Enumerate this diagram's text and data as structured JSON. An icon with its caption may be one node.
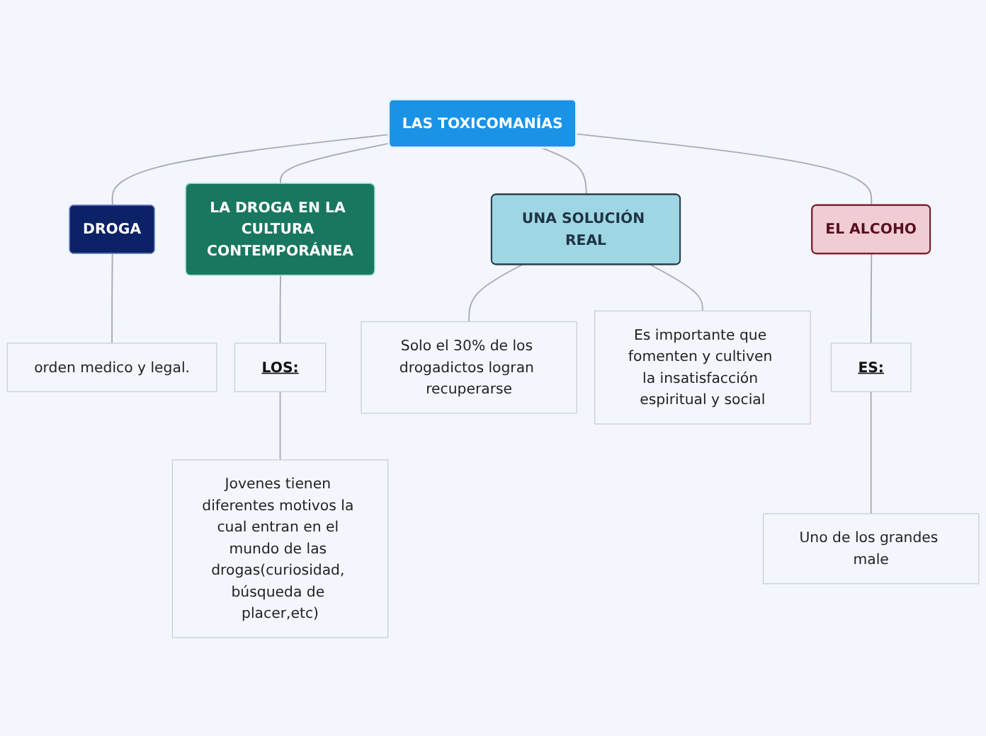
{
  "diagram": {
    "nodes": [
      {
        "text": [
          "LAS TOXICOMANÍAS"
        ]
      },
      {
        "text": [
          "DROGA"
        ]
      },
      {
        "text": [
          "LA DROGA EN LA CULTURA CONTEMPORÁNEA"
        ]
      },
      {
        "text": [
          "UNA SOLUCIÓN REAL"
        ]
      },
      {
        "text": [
          "EL ALCOHO"
        ]
      },
      {
        "text": [
          "orden medico y legal."
        ]
      },
      {
        "text": [
          "LOS:"
        ]
      },
      {
        "text": [
          "Jovenes tienen diferentes motivos la cual entran en el mundo de las drogas(curiosidad, búsqueda de placer,etc)"
        ]
      },
      {
        "text": [
          "Solo el 30% de los drogadictos logran recuperarse"
        ]
      },
      {
        "text": [
          "Es importante que fomenten y cultiven la insatisfacción espiritual y social"
        ]
      },
      {
        "text": [
          "ES:"
        ]
      },
      {
        "text": [
          "Uno de los grandes male"
        ]
      }
    ],
    "edges": [
      {
        "from": 0,
        "to": 1,
        "arrow": "none"
      },
      {
        "from": 0,
        "to": 2,
        "arrow": "none"
      },
      {
        "from": 0,
        "to": 3,
        "arrow": "none"
      },
      {
        "from": 0,
        "to": 4,
        "arrow": "none"
      },
      {
        "from": 1,
        "to": 5,
        "arrow": "none"
      },
      {
        "from": 2,
        "to": 6,
        "arrow": "none"
      },
      {
        "from": 6,
        "to": 7,
        "arrow": "none"
      },
      {
        "from": 3,
        "to": 8,
        "arrow": "none"
      },
      {
        "from": 3,
        "to": 9,
        "arrow": "none"
      },
      {
        "from": 4,
        "to": 10,
        "arrow": "none"
      },
      {
        "from": 10,
        "to": 11,
        "arrow": "none"
      }
    ]
  }
}
